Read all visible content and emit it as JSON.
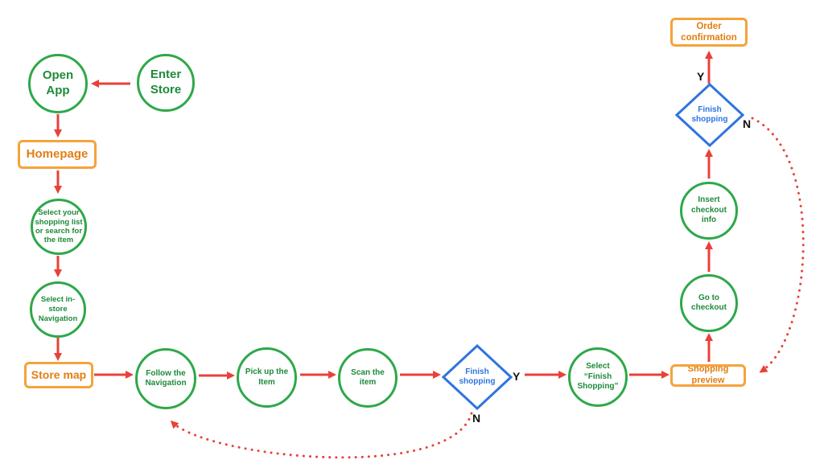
{
  "nodes": {
    "open_app": "Open App",
    "enter_store": "Enter Store",
    "homepage": "Homepage",
    "select_list": "Select your shopping list or search for the item",
    "select_nav": "Select in-store Navigation",
    "store_map": "Store map",
    "follow_nav": "Follow the Navigation",
    "pick_up": "Pick up the Item",
    "scan_item": "Scan the item",
    "finish_1": "Finish shopping",
    "select_finish": "Select “Finish Shopping”",
    "shopping_preview": "Shopping preview",
    "go_checkout": "Go to checkout",
    "insert_checkout": "Insert checkout info",
    "finish_2": "Finish shopping",
    "order_confirmation": "Order confirmation"
  },
  "labels": {
    "y1": "Y",
    "n1": "N",
    "y2": "Y",
    "n2": "N"
  },
  "colors": {
    "process_circle": "#2ea84a",
    "screen_rect": "#f5a33b",
    "decision": "#2f74e0",
    "arrow": "#e8413a"
  }
}
